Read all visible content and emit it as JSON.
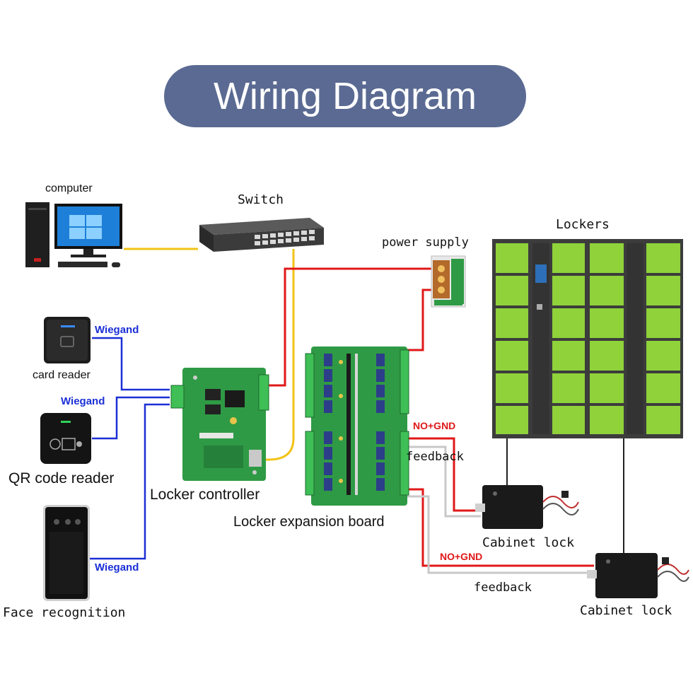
{
  "title": "Wiring Diagram",
  "labels": {
    "computer": "computer",
    "switch": "Switch",
    "power_supply": "power supply",
    "lockers": "Lockers",
    "card_reader": "card reader",
    "qr_reader": "QR code reader",
    "face_recognition": "Face recognition",
    "locker_controller": "Locker controller",
    "expansion_board": "Locker expansion board",
    "cabinet_lock_1": "Cabinet lock",
    "cabinet_lock_2": "Cabinet lock",
    "wiegand_1": "Wiegand",
    "wiegand_2": "Wiegand",
    "wiegand_3": "Wiegand",
    "no_gnd_1": "NO+GND",
    "no_gnd_2": "NO+GND",
    "feedback_1": "feedback",
    "feedback_2": "feedback"
  },
  "colors": {
    "title_bg": "#5a6a92",
    "wire_ethernet": "#f2c316",
    "wire_power": "#e01818",
    "wire_wiegand": "#1b2fd6",
    "wire_feedback": "#c8c8c8",
    "pcb": "#2f9a45",
    "locker_door": "#8fd23a",
    "locker_frame": "#3c3c3c"
  }
}
